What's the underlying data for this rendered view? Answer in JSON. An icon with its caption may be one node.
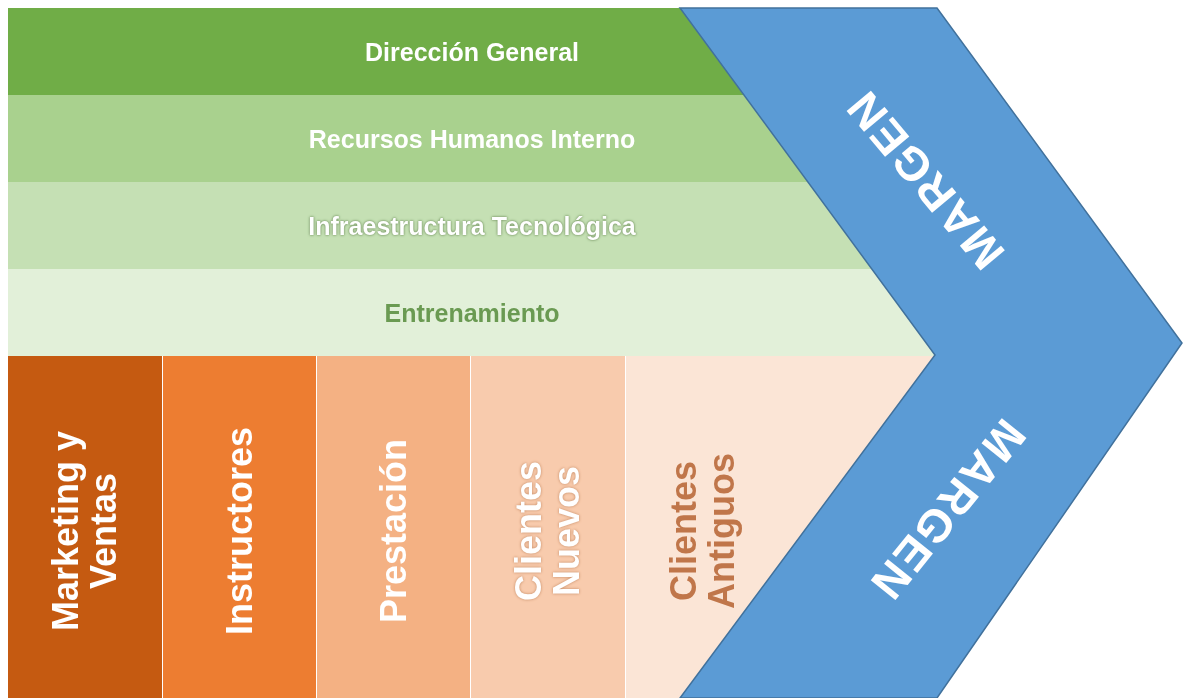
{
  "diagram": {
    "nodes": [
      {
        "text": [
          "Dirección General"
        ]
      },
      {
        "text": [
          "Recursos Humanos Interno"
        ]
      },
      {
        "text": [
          "Infraestructura Tecnológica"
        ]
      },
      {
        "text": [
          "Entrenamiento"
        ]
      },
      {
        "text": [
          "Marketing y Ventas"
        ]
      },
      {
        "text": [
          "Instructores"
        ]
      },
      {
        "text": [
          "Prestación"
        ]
      },
      {
        "text": [
          "Clientes Nuevos"
        ]
      },
      {
        "text": [
          "Clientes Antiguos"
        ]
      },
      {
        "text": [
          "MARGEN",
          "MARGEN"
        ]
      }
    ]
  }
}
